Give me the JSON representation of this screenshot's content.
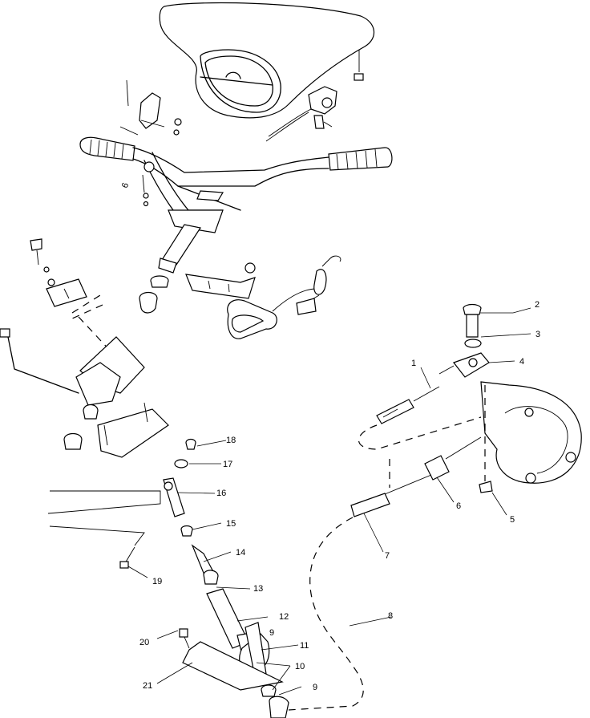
{
  "callouts": [
    {
      "id": "c1",
      "text": "1"
    },
    {
      "id": "c2",
      "text": "2"
    },
    {
      "id": "c3",
      "text": "3"
    },
    {
      "id": "c4",
      "text": "4"
    },
    {
      "id": "c5",
      "text": "5"
    },
    {
      "id": "c6",
      "text": "6"
    },
    {
      "id": "c7",
      "text": "7"
    },
    {
      "id": "c8",
      "text": "8"
    },
    {
      "id": "c9a",
      "text": "9"
    },
    {
      "id": "c9b",
      "text": "9"
    },
    {
      "id": "c10",
      "text": "10"
    },
    {
      "id": "c11",
      "text": "11"
    },
    {
      "id": "c12",
      "text": "12"
    },
    {
      "id": "c13",
      "text": "13"
    },
    {
      "id": "c14",
      "text": "14"
    },
    {
      "id": "c15",
      "text": "15"
    },
    {
      "id": "c16",
      "text": "16"
    },
    {
      "id": "c17",
      "text": "17"
    },
    {
      "id": "c18",
      "text": "18"
    },
    {
      "id": "c19",
      "text": "19"
    },
    {
      "id": "c20",
      "text": "20"
    },
    {
      "id": "c21",
      "text": "21"
    },
    {
      "id": "c6h",
      "text": "6"
    }
  ]
}
